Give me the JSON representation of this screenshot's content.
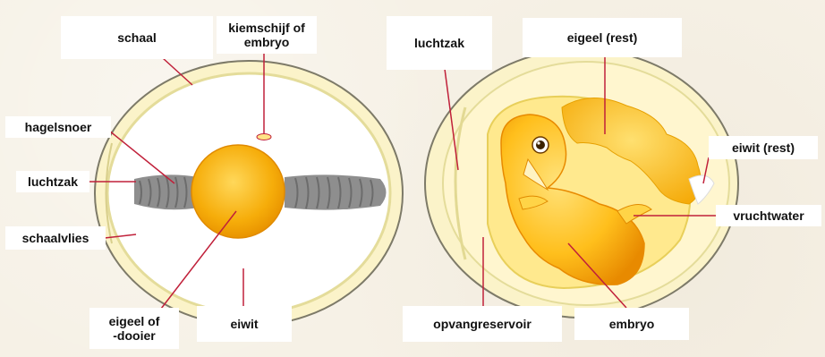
{
  "labels": {
    "schaal": "schaal",
    "kiemschijf": "kiemschijf of\nembryo",
    "hagelsnoer": "hagelsnoer",
    "luchtzak_left": "luchtzak",
    "schaalvlies": "schaalvlies",
    "eigeel_dooier": "eigeel of\n-dooier",
    "eiwit": "eiwit",
    "luchtzak_right": "luchtzak",
    "eigeel_rest": "eigeel (rest)",
    "eiwit_rest": "eiwit (rest)",
    "vruchtwater": "vruchtwater",
    "opvangreservoir": "opvangreservoir",
    "embryo": "embryo"
  },
  "colors": {
    "leader_line": "#c0203a",
    "shell": "#fbf3c9",
    "shell_outline": "#7a7a6a",
    "membrane": "#e8e0a0",
    "albumen": "#ffffff",
    "yolk": "#f5a800",
    "yolk_light": "#ffd24a",
    "chalaza": "#8f8f8f",
    "embryo": "#ffc21a",
    "embryo_dark": "#e58a00",
    "label_bg": "#ffffff"
  }
}
